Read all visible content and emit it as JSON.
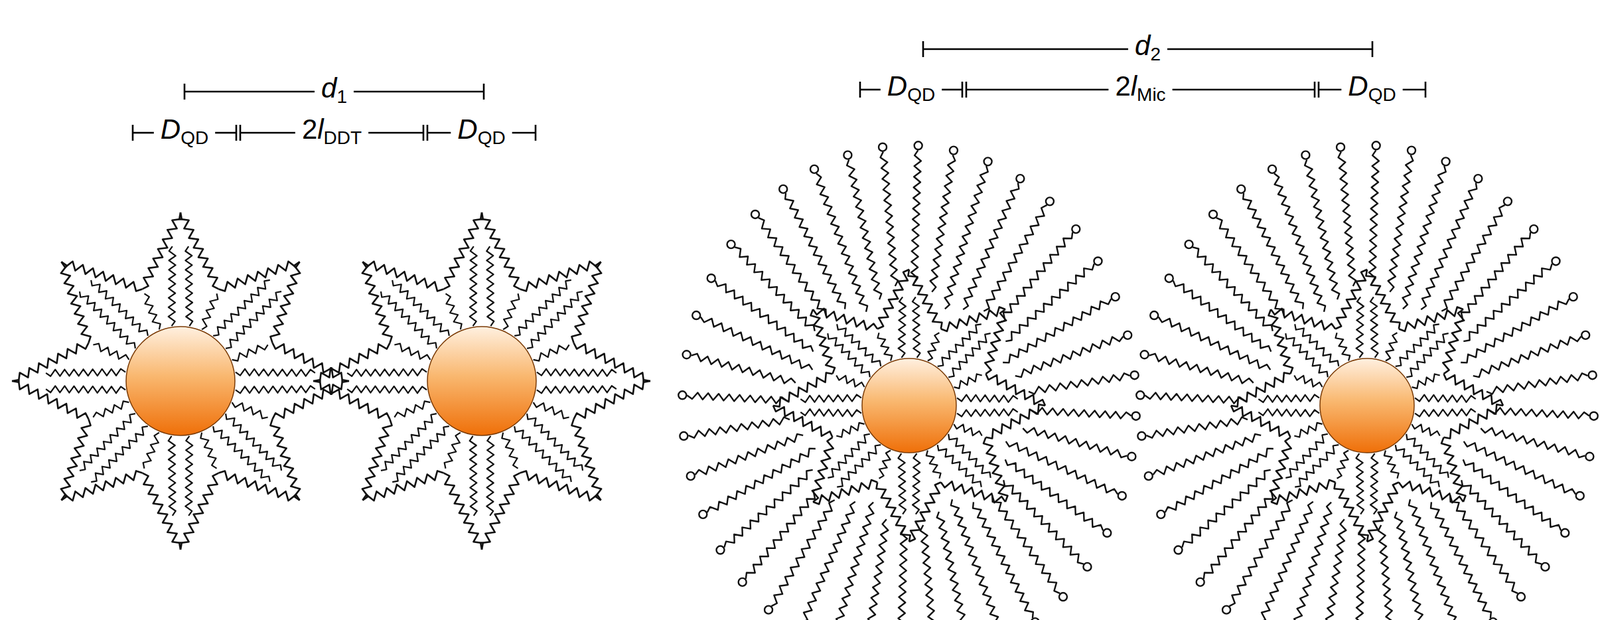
{
  "diagram": {
    "labels": [
      "d",
      "1",
      "D",
      "QD",
      "2",
      "l",
      "DDT",
      "D",
      "QD",
      "d",
      "2",
      "D",
      "QD",
      "2",
      "l",
      "Mic",
      "D",
      "QD"
    ]
  }
}
